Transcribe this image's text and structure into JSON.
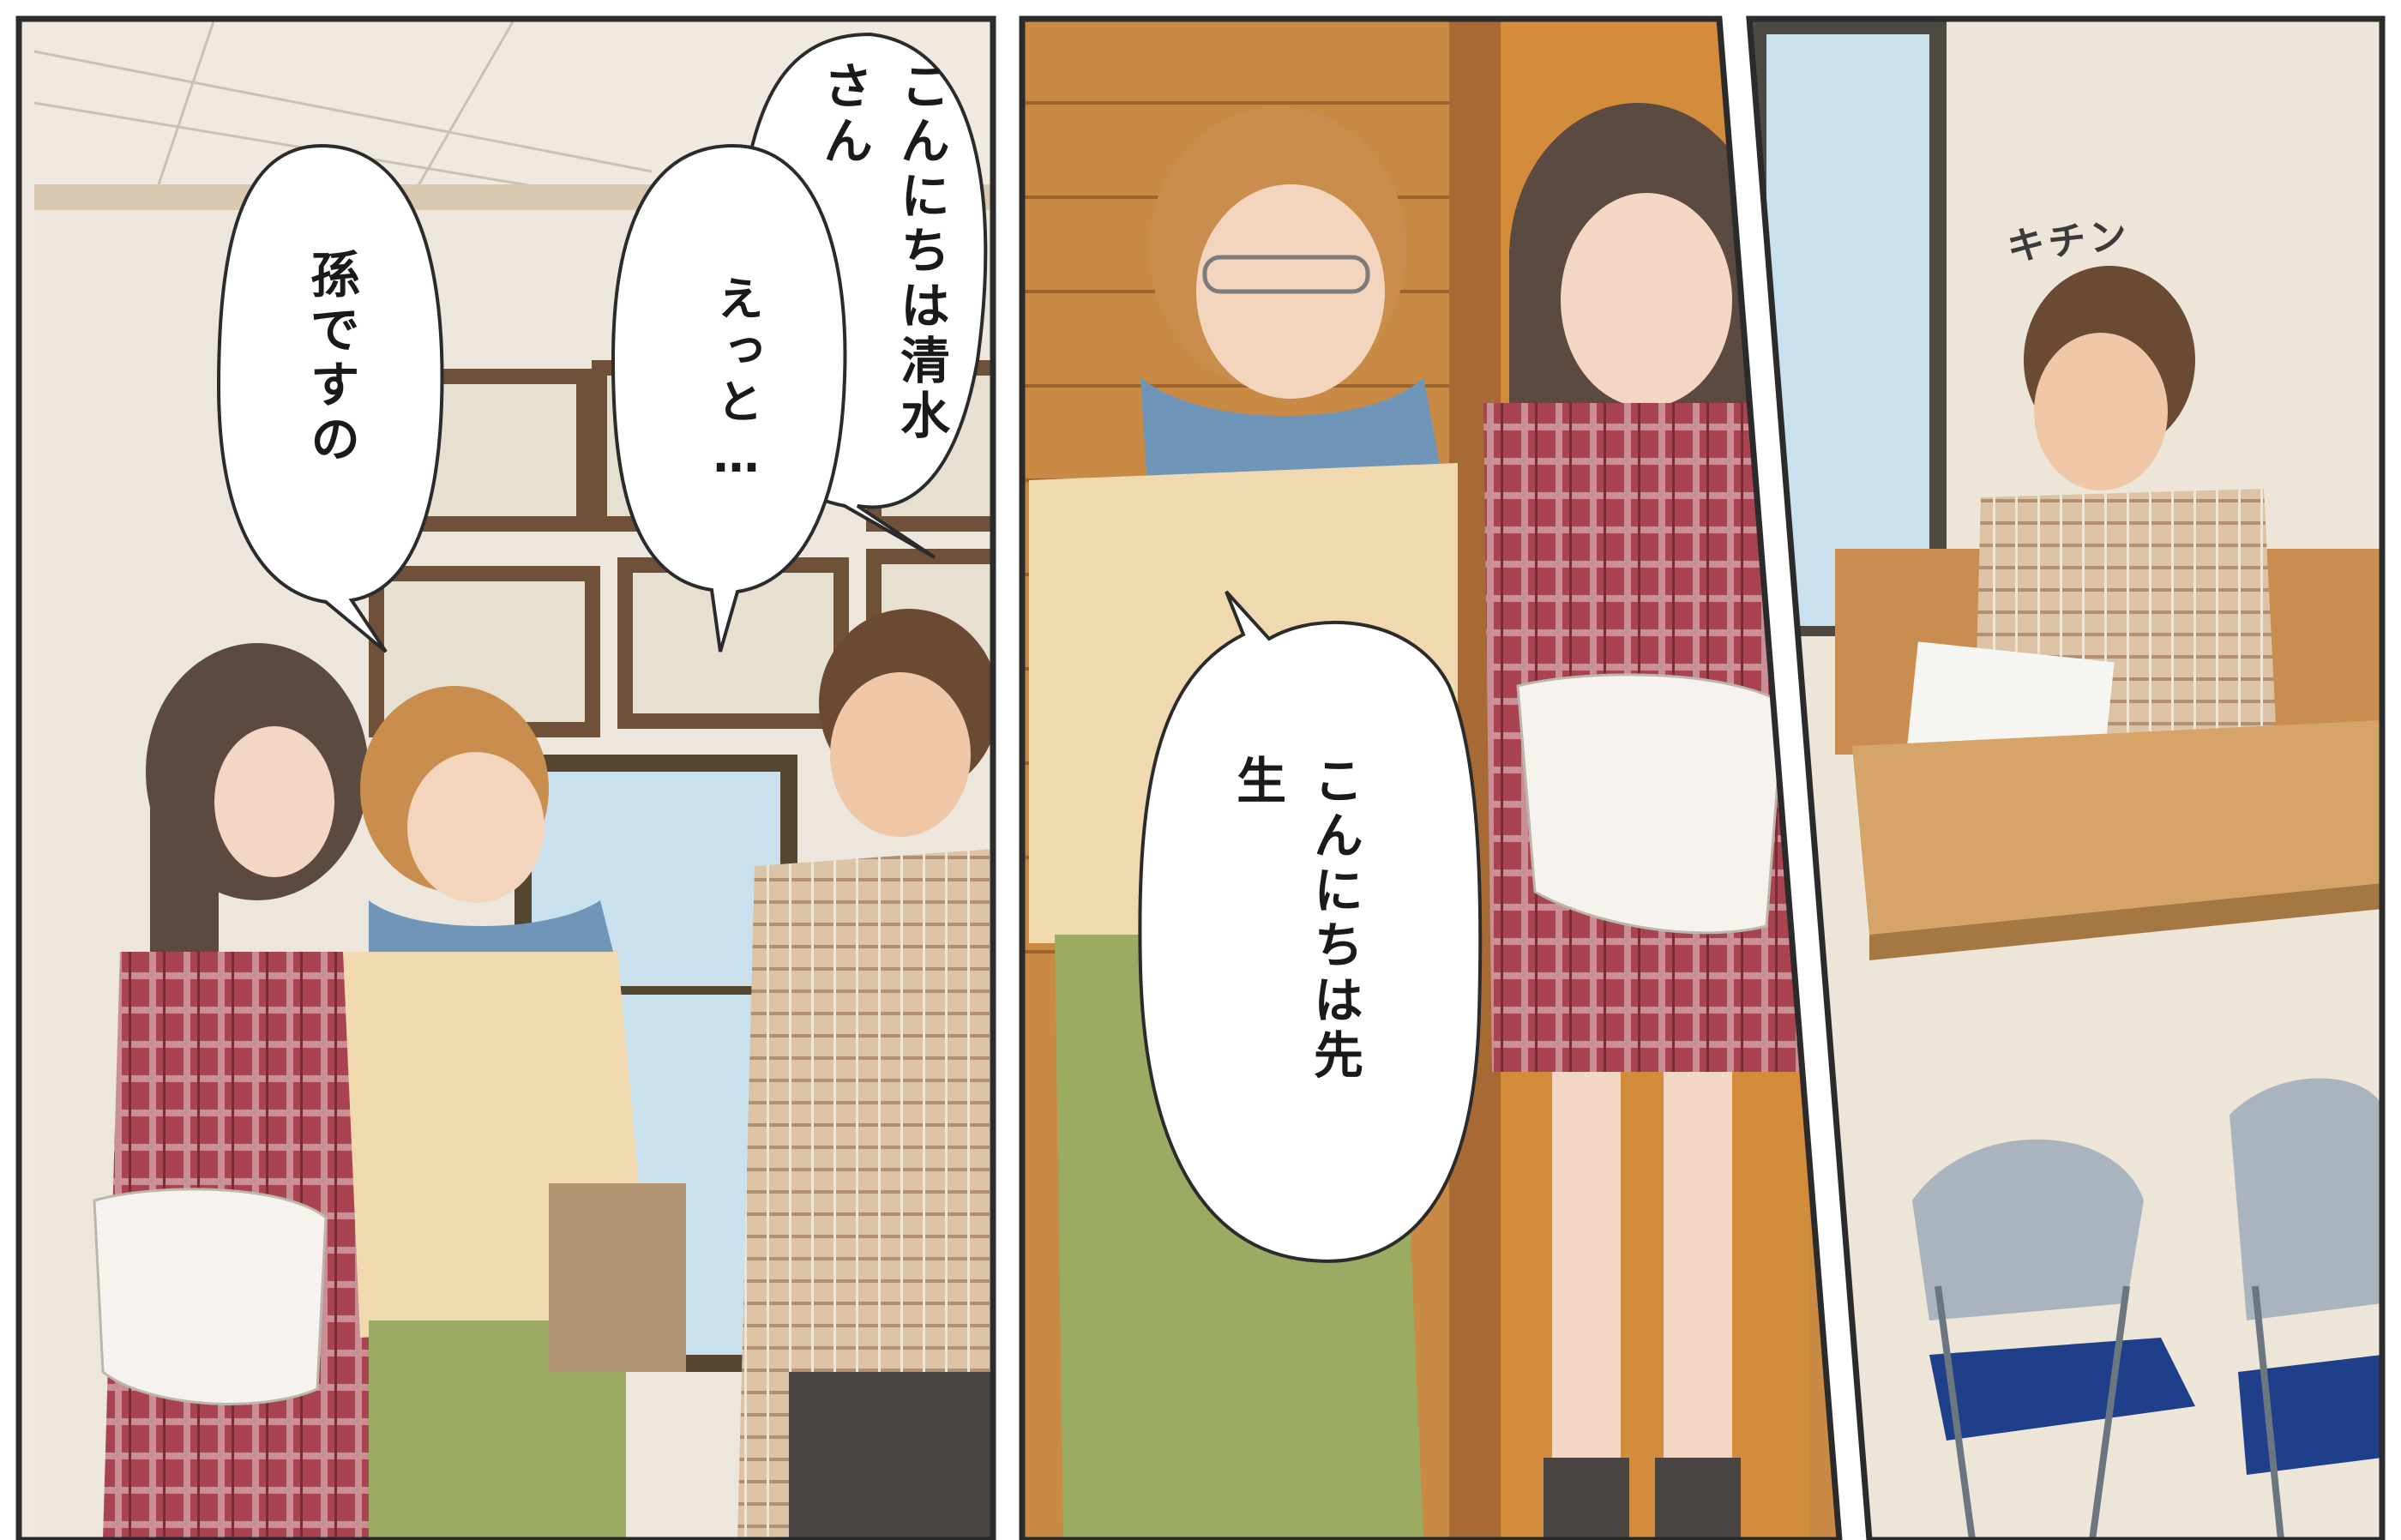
{
  "panels": [
    {
      "id": "panel-left",
      "balloons": [
        {
          "id": "left-a",
          "lines": [
            "こんにちは",
            "清水さん"
          ]
        },
        {
          "id": "left-b",
          "lines": [
            "えっと…"
          ]
        },
        {
          "id": "left-c",
          "lines": [
            "孫ですの"
          ]
        }
      ]
    },
    {
      "id": "panel-middle",
      "balloons": [
        {
          "id": "middle-a",
          "lines": [
            "こんにちは",
            "先生"
          ]
        }
      ]
    },
    {
      "id": "panel-right",
      "sign": "キチン"
    }
  ],
  "colors": {
    "border": "#2b2b2b",
    "plaid_red": "#a8434f",
    "plaid_beige": "#d9bfa3",
    "cardigan": "#f0d9ae",
    "pants_green": "#9bab62",
    "scarf_blue": "#6f96b8",
    "wood": "#c98a45",
    "chair_blue": "#1f3f8a"
  }
}
